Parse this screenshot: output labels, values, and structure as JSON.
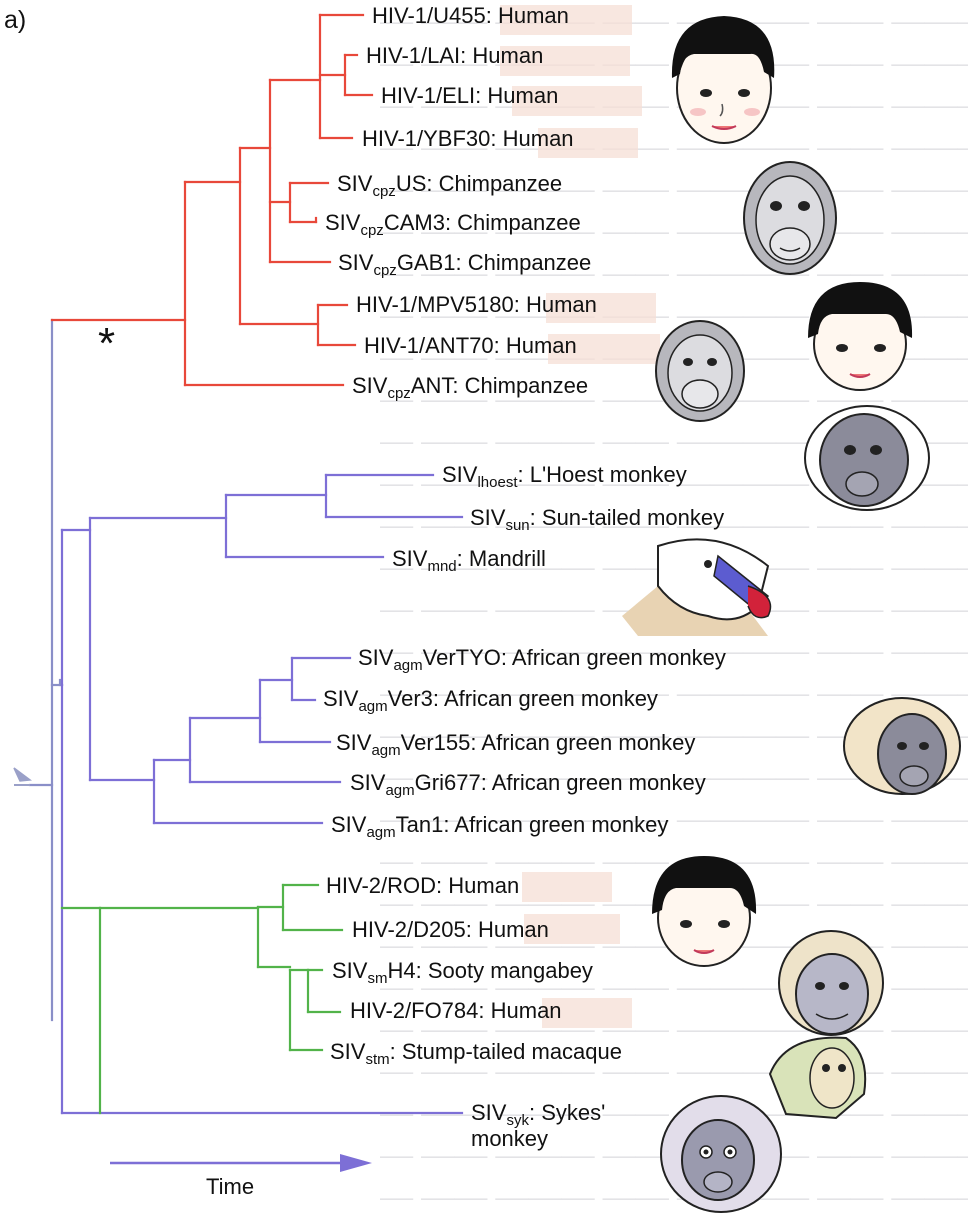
{
  "panel_label": "a)",
  "asterisk": "*",
  "time_label": "Time",
  "colors": {
    "hiv1_clade": "#e8483a",
    "siv_clade": "#7d6fd6",
    "hiv2_clade": "#52b34a",
    "root": "#8a8fc8",
    "arrow": "#7d6fd6",
    "host_highlight": "#f6dfd6"
  },
  "leaves": [
    {
      "id": "u455",
      "base": "HIV-1/U455",
      "sub": "",
      "rest": "",
      "host": "Human",
      "clade": "red"
    },
    {
      "id": "lai",
      "base": "HIV-1/LAI",
      "sub": "",
      "rest": "",
      "host": "Human",
      "clade": "red"
    },
    {
      "id": "eli",
      "base": "HIV-1/ELI",
      "sub": "",
      "rest": "",
      "host": "Human",
      "clade": "red"
    },
    {
      "id": "ybf30",
      "base": "HIV-1/YBF30",
      "sub": "",
      "rest": "",
      "host": "Human",
      "clade": "red"
    },
    {
      "id": "cpzus",
      "base": "SIV",
      "sub": "cpz",
      "rest": "US",
      "host": "Chimpanzee",
      "clade": "red"
    },
    {
      "id": "cpzcam3",
      "base": "SIV",
      "sub": "cpz",
      "rest": "CAM3",
      "host": "Chimpanzee",
      "clade": "red"
    },
    {
      "id": "cpzgab1",
      "base": "SIV",
      "sub": "cpz",
      "rest": "GAB1",
      "host": "Chimpanzee",
      "clade": "red"
    },
    {
      "id": "mpv5180",
      "base": "HIV-1/MPV5180",
      "sub": "",
      "rest": "",
      "host": "Human",
      "clade": "red"
    },
    {
      "id": "ant70",
      "base": "HIV-1/ANT70",
      "sub": "",
      "rest": "",
      "host": "Human",
      "clade": "red"
    },
    {
      "id": "cpzant",
      "base": "SIV",
      "sub": "cpz",
      "rest": "ANT",
      "host": "Chimpanzee",
      "clade": "red"
    },
    {
      "id": "lhoest",
      "base": "SIV",
      "sub": "lhoest",
      "rest": "",
      "host": "L'Hoest monkey",
      "clade": "blue"
    },
    {
      "id": "sun",
      "base": "SIV",
      "sub": "sun",
      "rest": "",
      "host": "Sun-tailed monkey",
      "clade": "blue"
    },
    {
      "id": "mnd",
      "base": "SIV",
      "sub": "mnd",
      "rest": "",
      "host": "Mandrill",
      "clade": "blue"
    },
    {
      "id": "vertyo",
      "base": "SIV",
      "sub": "agm",
      "rest": "VerTYO",
      "host": "African green monkey",
      "clade": "blue"
    },
    {
      "id": "ver3",
      "base": "SIV",
      "sub": "agm",
      "rest": "Ver3",
      "host": "African green monkey",
      "clade": "blue"
    },
    {
      "id": "ver155",
      "base": "SIV",
      "sub": "agm",
      "rest": "Ver155",
      "host": "African green monkey",
      "clade": "blue"
    },
    {
      "id": "gri677",
      "base": "SIV",
      "sub": "agm",
      "rest": "Gri677",
      "host": "African green monkey",
      "clade": "blue"
    },
    {
      "id": "tan1",
      "base": "SIV",
      "sub": "agm",
      "rest": "Tan1",
      "host": "African green monkey",
      "clade": "blue"
    },
    {
      "id": "rod",
      "base": "HIV-2/ROD",
      "sub": "",
      "rest": "",
      "host": "Human",
      "clade": "green"
    },
    {
      "id": "d205",
      "base": "HIV-2/D205",
      "sub": "",
      "rest": "",
      "host": "Human",
      "clade": "green"
    },
    {
      "id": "smh4",
      "base": "SIV",
      "sub": "sm",
      "rest": "H4",
      "host": "Sooty mangabey",
      "clade": "green"
    },
    {
      "id": "fo784",
      "base": "HIV-2/FO784",
      "sub": "",
      "rest": "",
      "host": "Human",
      "clade": "green"
    },
    {
      "id": "stm",
      "base": "SIV",
      "sub": "stm",
      "rest": "",
      "host": "Stump-tailed macaque",
      "clade": "green"
    },
    {
      "id": "syk",
      "base": "SIV",
      "sub": "syk",
      "rest": "",
      "host": "Sykes'",
      "host_cont": "monkey",
      "clade": "blue"
    }
  ],
  "faces": [
    {
      "id": "face-human-1",
      "species": "human",
      "icon": "human-face-icon"
    },
    {
      "id": "face-chimp-1",
      "species": "chimpanzee",
      "icon": "chimpanzee-face-icon"
    },
    {
      "id": "face-human-2",
      "species": "human",
      "icon": "human-face-icon"
    },
    {
      "id": "face-chimp-2",
      "species": "chimpanzee",
      "icon": "chimpanzee-face-icon"
    },
    {
      "id": "face-lhoest",
      "species": "lhoest-monkey",
      "icon": "lhoest-monkey-face-icon"
    },
    {
      "id": "face-mandrill",
      "species": "mandrill",
      "icon": "mandrill-face-icon"
    },
    {
      "id": "face-agm",
      "species": "african-green-monkey",
      "icon": "african-green-monkey-face-icon"
    },
    {
      "id": "face-human-3",
      "species": "human",
      "icon": "human-face-icon"
    },
    {
      "id": "face-sooty",
      "species": "sooty-mangabey",
      "icon": "sooty-mangabey-face-icon"
    },
    {
      "id": "face-macaque",
      "species": "stump-tailed-macaque",
      "icon": "macaque-face-icon"
    },
    {
      "id": "face-sykes",
      "species": "sykes-monkey",
      "icon": "sykes-monkey-face-icon"
    }
  ]
}
